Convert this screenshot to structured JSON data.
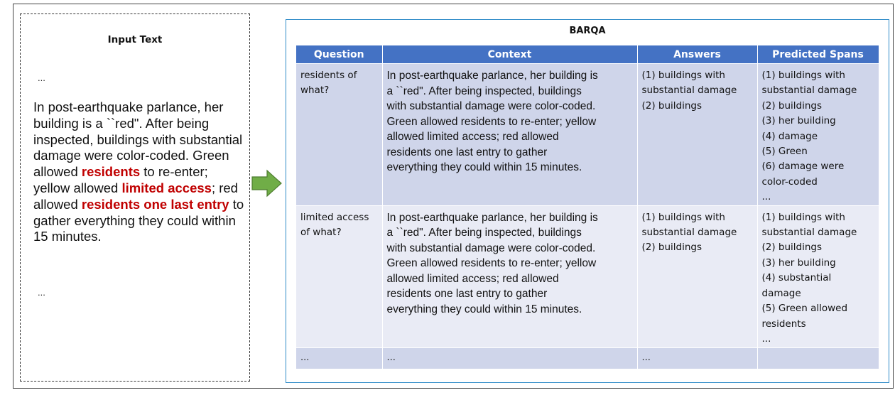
{
  "input": {
    "title": "Input Text",
    "ellipsis_top": "...",
    "ellipsis_bottom": "...",
    "passage": {
      "p1": "In post-earthquake parlance, her building is a ``red\". After being inspected, buildings with substantial damage were color-coded. Green allowed ",
      "h1": "residents",
      "p2": " to re-enter; yellow allowed ",
      "h2": "limited access",
      "p3": "; red allowed ",
      "h3": "residents one last entry",
      "p4": " to gather everything they could within 15 minutes."
    }
  },
  "barqa": {
    "title": "BARQA",
    "headers": {
      "question": "Question",
      "context": "Context",
      "answers": "Answers",
      "predicted": "Predicted Spans"
    },
    "rows": [
      {
        "question": [
          "residents of",
          "what?"
        ],
        "context": [
          "In post-earthquake parlance, her building is",
          "a ``red\". After being inspected, buildings",
          "with substantial damage were color-coded.",
          "Green allowed residents to re-enter; yellow",
          "allowed limited access; red allowed",
          "residents one last entry to gather",
          "everything they could within 15 minutes."
        ],
        "answers": [
          "(1) buildings with",
          "substantial damage",
          "(2) buildings"
        ],
        "predicted": [
          "(1) buildings with",
          "substantial damage",
          "(2) buildings",
          "(3) her building",
          "(4) damage",
          "(5) Green",
          "(6) damage were",
          "color-coded",
          "..."
        ]
      },
      {
        "question": [
          "limited access",
          "of what?"
        ],
        "context": [
          "In post-earthquake parlance, her building is",
          "a ``red\". After being inspected, buildings",
          "with substantial damage were color-coded.",
          "Green allowed residents to re-enter; yellow",
          "allowed limited access; red allowed",
          "residents one last entry to gather",
          "everything they could within 15 minutes."
        ],
        "answers": [
          "(1) buildings with",
          "substantial damage",
          "(2) buildings"
        ],
        "predicted": [
          "(1) buildings with",
          "substantial damage",
          "(2) buildings",
          "(3) her building",
          "(4) substantial",
          "damage",
          "(5) Green allowed",
          "residents",
          "..."
        ]
      },
      {
        "question": [
          "..."
        ],
        "context": [
          "..."
        ],
        "answers": [
          "..."
        ],
        "predicted": []
      }
    ]
  },
  "colors": {
    "header_fill": "#4472c4",
    "row_dark": "#cfd5ea",
    "row_light": "#e9ebf5",
    "frame_border": "#2e8bc8",
    "highlight_text": "#c00000",
    "arrow_fill": "#70ad47"
  },
  "icons": {
    "arrow": "right-arrow-icon"
  }
}
